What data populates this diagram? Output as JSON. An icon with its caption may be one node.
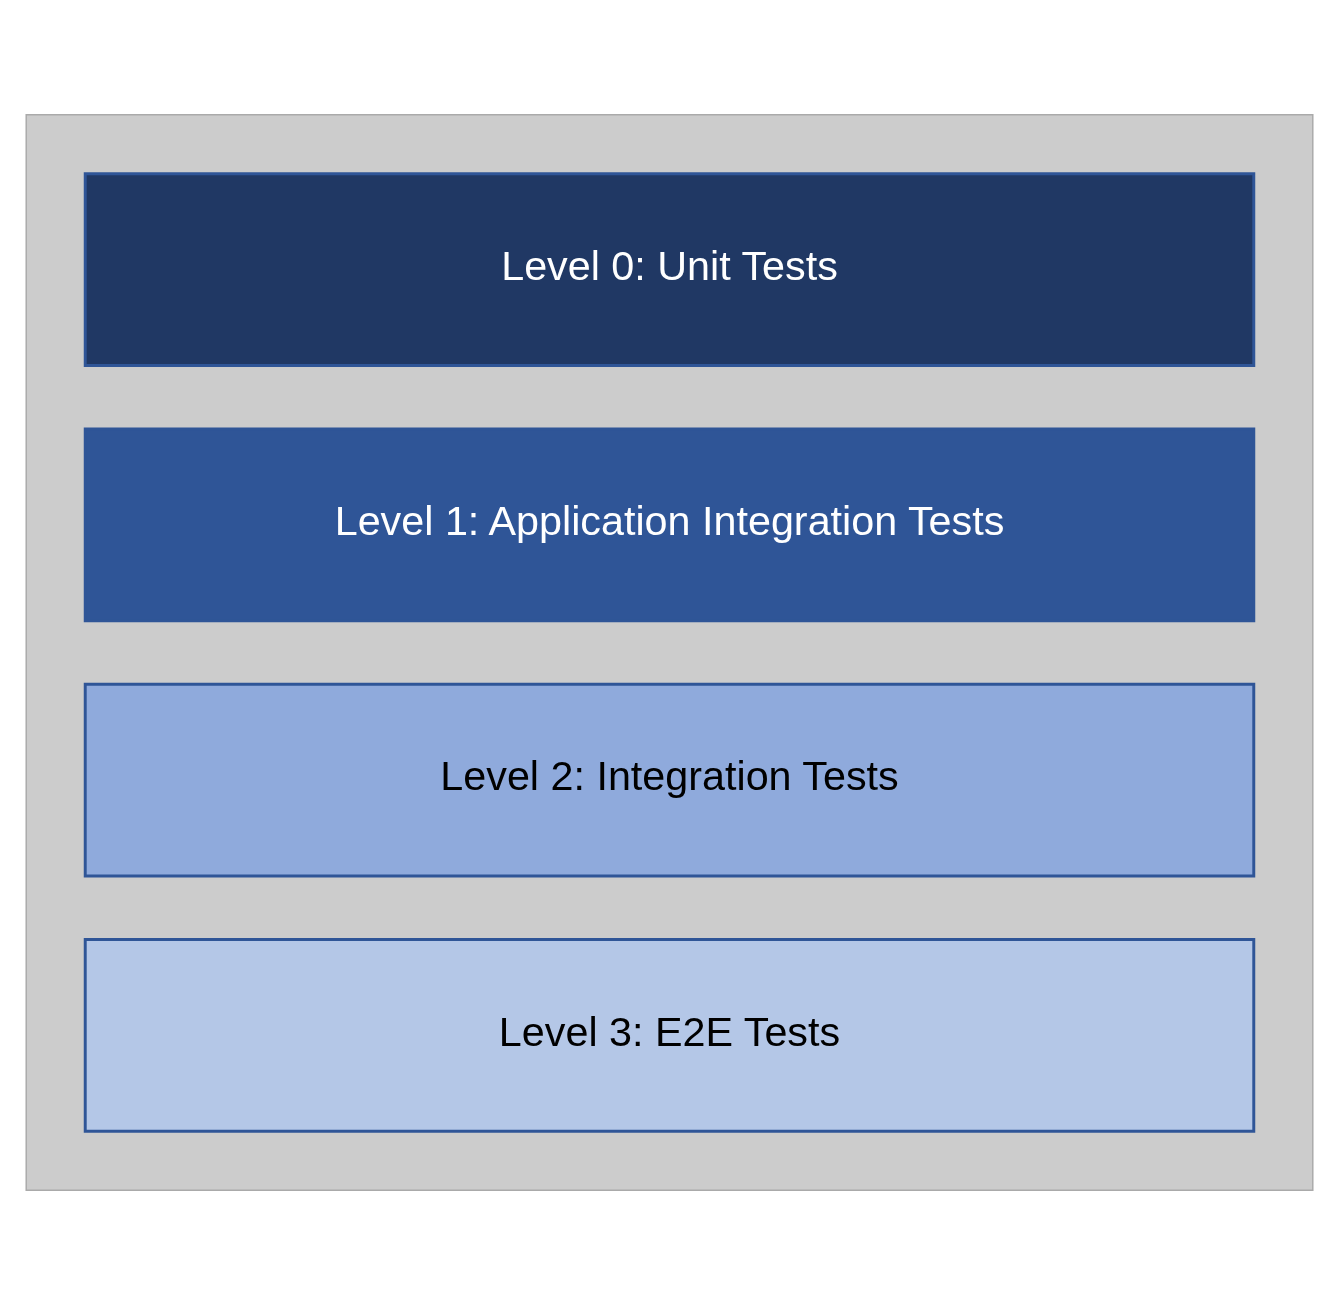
{
  "diagram": {
    "nodes": [
      {
        "text": [],
        "shape": "box"
      },
      {
        "text": [
          "Level 0: Unit Tests"
        ],
        "in": 0
      },
      {
        "text": [
          "Level 1: Application Integration Tests"
        ],
        "in": 0
      },
      {
        "text": [
          "Level 2: Integration Tests"
        ],
        "in": 0
      },
      {
        "text": [
          "Level 3: E2E Tests"
        ],
        "in": 0
      }
    ]
  }
}
